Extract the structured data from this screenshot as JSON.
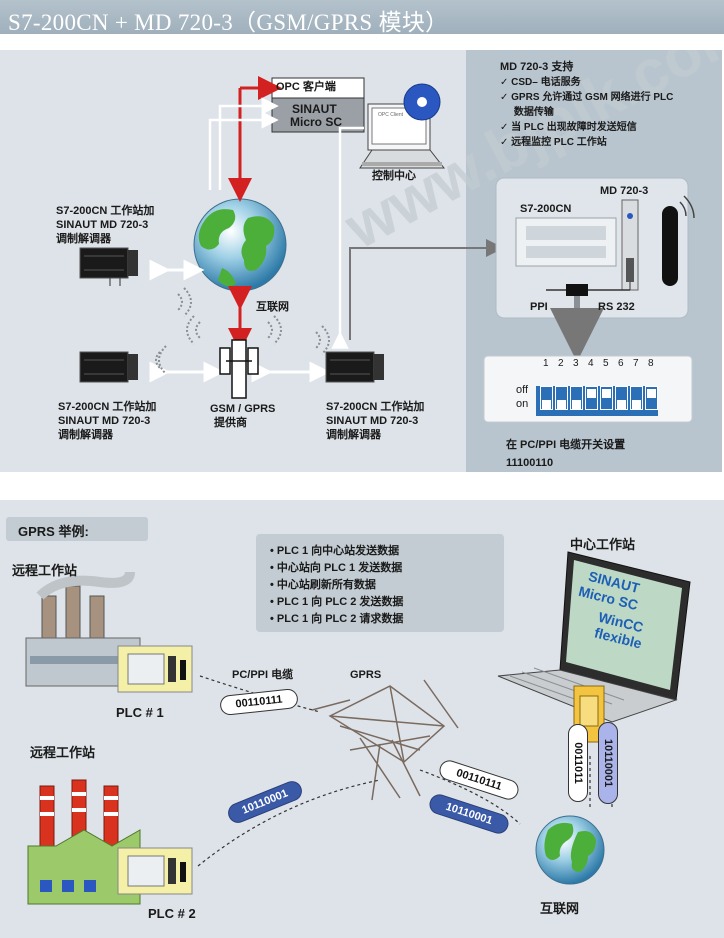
{
  "title": "S7-200CN + MD 720-3（GSM/GPRS 模块）",
  "colors": {
    "header": "#a9b8c3",
    "panel": "#dde3e8",
    "accent_red": "#d32020",
    "pill_blue": "#3a5aa8",
    "dip_blue": "#2b6fb7"
  },
  "watermark": "www.bjpik.com",
  "top": {
    "opc_client": "OPC 客户端",
    "sinaut_line1": "SINAUT",
    "sinaut_line2": "Micro SC",
    "opc_window": "OPC Client",
    "control_center": "控制中心",
    "internet": "互联网",
    "gsm_line1": "GSM / GPRS",
    "gsm_line2": "提供商",
    "station_left_top": {
      "l1": "S7-200CN 工作站加",
      "l2": "SINAUT MD 720-3",
      "l3": "调制解调器"
    },
    "station_left_bottom": {
      "l1": "S7-200CN 工作站加",
      "l2": "SINAUT MD 720-3",
      "l3": "调制解调器"
    },
    "station_right": {
      "l1": "S7-200CN 工作站加",
      "l2": "SINAUT MD 720-3",
      "l3": "调制解调器"
    }
  },
  "right_panel": {
    "heading": "MD 720-3 支持",
    "features": [
      "✓  CSD– 电话服务",
      "✓  GPRS 允许通过 GSM 网络进行 PLC",
      "     数据传输",
      "✓  当 PLC 出现故障时发送短信",
      "✓  远程监控 PLC 工作站"
    ],
    "device_md": "MD 720-3",
    "device_s7": "S7-200CN",
    "port_ppi": "PPI",
    "port_rs232": "RS 232",
    "dip_numbers": [
      "1",
      "2",
      "3",
      "4",
      "5",
      "6",
      "7",
      "8"
    ],
    "dip_off": "off",
    "dip_on": "on",
    "dip_states": [
      1,
      1,
      1,
      0,
      0,
      1,
      1,
      0
    ],
    "setting_caption": "在 PC/PPI 电缆开关设置",
    "setting_value": "11100110"
  },
  "bottom": {
    "example_label": "GPRS 举例:",
    "bullets": [
      "•  PLC 1 向中心站发送数据",
      "•  中心站向 PLC 1 发送数据",
      "•  中心站刷新所有数据",
      "•  PLC 1 向 PLC 2 发送数据",
      "•  PLC 1 向 PLC 2 请求数据"
    ],
    "remote_station_1": "远程工作站",
    "remote_station_2": "远程工作站",
    "plc1": "PLC # 1",
    "plc2": "PLC # 2",
    "cable_label": "PC/PPI 电缆",
    "gprs_label": "GPRS",
    "central_station": "中心工作站",
    "screen_line1": "SINAUT",
    "screen_line2": "Micro SC",
    "screen_line3": "WinCC",
    "screen_line4": "flexible",
    "internet": "互联网",
    "packet_plc1": "00110111",
    "packet_mid_white": "00110111",
    "packet_mid_blue": "10110001",
    "packet_left_blue": "10110001",
    "packet_v_white": "0011011",
    "packet_v_blue": "10110001"
  }
}
